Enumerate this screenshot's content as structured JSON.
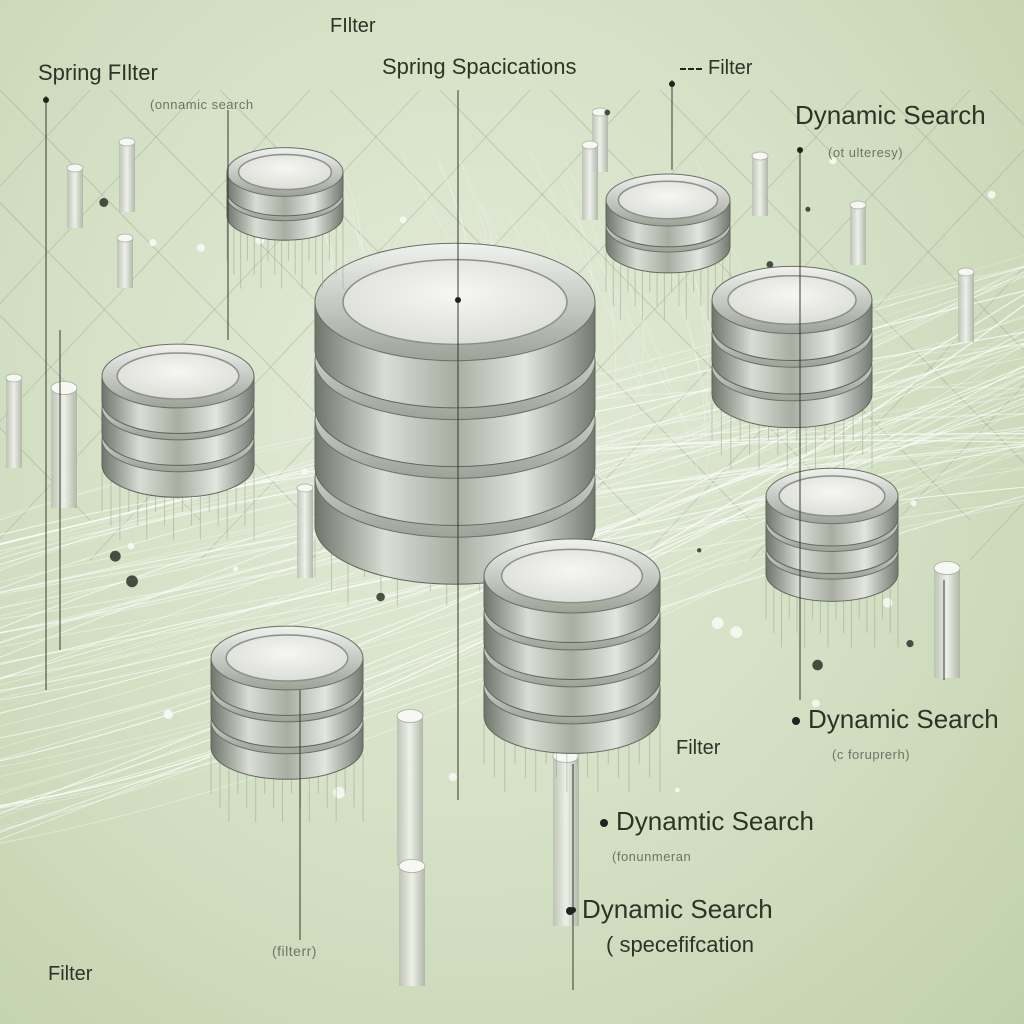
{
  "labels": {
    "spring_filter": "Spring FIlter",
    "spring_filter_sub": "(onnamic search",
    "filter_top": "FIlter",
    "spring_specifications": "Spring Spacications",
    "filter_right": "Filter",
    "dynamic_search_top": "Dynamic Search",
    "dynamic_search_top_sub": "(ot ulteresy)",
    "dynamic_search_mid": "Dynamic Search",
    "dynamic_search_mid_sub": "(c foruprerh)",
    "filter_mid": "Filter",
    "dynamic_search_low": "Dynamtic Search",
    "dynamic_search_low_sub": "(fonunmeran",
    "dynamic_search_bottom": "Dynamic Search",
    "specification": "( specefifcation",
    "filterr": "(filterr)",
    "filter_bottom_left": "Filter"
  },
  "colors": {
    "background": "#d3dfc3",
    "metal_dark": "#7d8278",
    "metal_light": "#e8ebe4",
    "disc_face": "#eeefec",
    "line": "#ffffff",
    "text": "#2b3527"
  }
}
